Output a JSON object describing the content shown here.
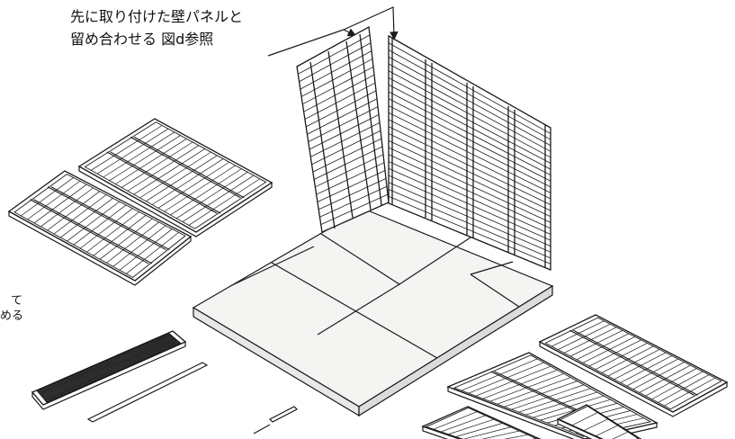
{
  "callouts": {
    "top": {
      "line1": "先に取り付けた壁パネルと",
      "line2": "留め合わせる 図d参照"
    },
    "left": {
      "line1": "て",
      "line2": "める"
    }
  },
  "colors": {
    "line": "#1a1a1a",
    "floor_fill": "#f4f4f2",
    "panel_fill": "#ffffff"
  }
}
